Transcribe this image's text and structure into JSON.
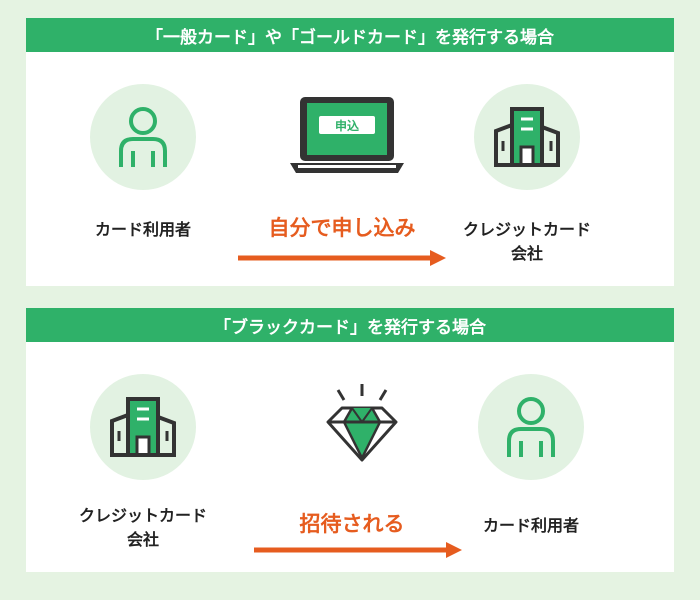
{
  "colors": {
    "background": "#e5f3e2",
    "header": "#2fb169",
    "accent_green": "#2fb169",
    "circle": "#e2f2e2",
    "arrow": "#e65c1f"
  },
  "section1": {
    "title": "「一般カード」や「ゴールドカード」を発行する場合",
    "left_label": "カード利用者",
    "action_label": "自分で申し込み",
    "laptop_screen_text": "申込",
    "right_label_line1": "クレジットカード",
    "right_label_line2": "会社"
  },
  "section2": {
    "title": "「ブラックカード」を発行する場合",
    "left_label_line1": "クレジットカード",
    "left_label_line2": "会社",
    "action_label": "招待される",
    "right_label": "カード利用者"
  },
  "icons": [
    "person-icon",
    "laptop-icon",
    "building-icon",
    "diamond-icon",
    "arrow-right-icon"
  ]
}
